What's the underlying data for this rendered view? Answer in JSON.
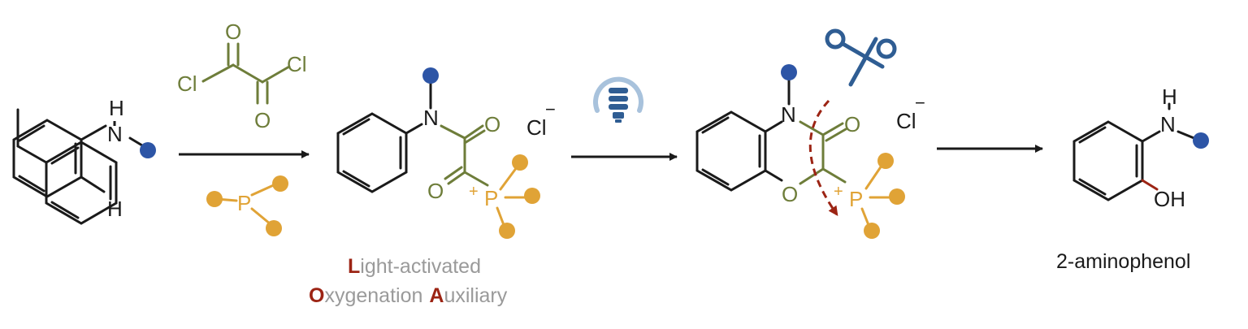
{
  "colors": {
    "black": "#1a1a1a",
    "olive": "#6e7d3a",
    "phosphorus": "#e0a336",
    "sub_blue": "#2d55a6",
    "accent_red": "#9c2414",
    "caption_gray": "#9a9a9a",
    "lamp_blue": "#2f5d93",
    "lamp_halo": "#a8c2dc"
  },
  "atoms": {
    "H": "H",
    "N": "N",
    "O": "O",
    "Cl": "Cl",
    "P": "P",
    "OH": "OH",
    "chloride": "Cl",
    "minus": "−",
    "plus": "+"
  },
  "icons": {
    "light": "lightbulb-icon",
    "cut": "scissors-icon"
  },
  "caption": {
    "line1_initial": "L",
    "line1_rest": "ight-activated",
    "line2_initial1": "O",
    "line2_rest1": "xygenation",
    "line2_initial2": "A",
    "line2_rest2": "uxiliary"
  },
  "product": {
    "name": "2-aminophenol"
  }
}
